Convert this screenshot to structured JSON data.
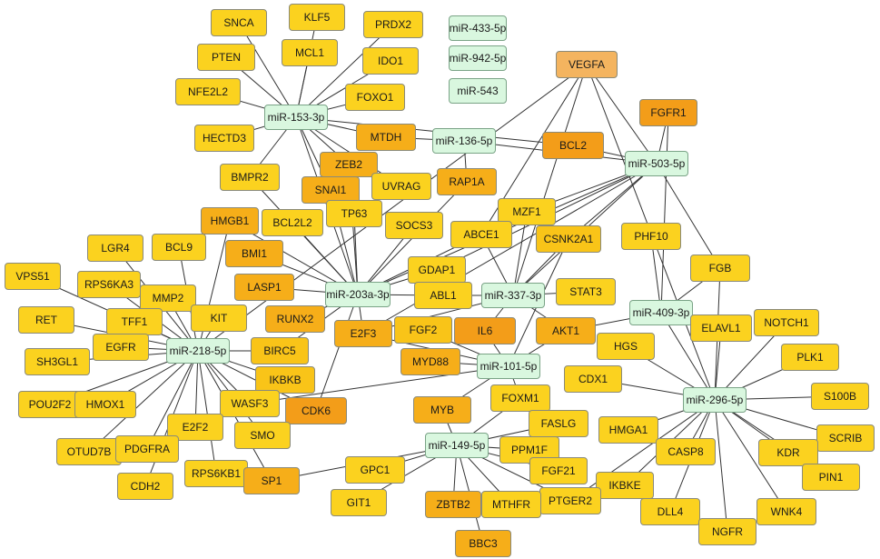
{
  "colors": {
    "mirna": "#d9f7df",
    "gene": {
      "1": "#fbd21f",
      "2": "#f9c418",
      "3": "#f6ae19",
      "4": "#f39d19",
      "5": "#f4b45f"
    },
    "edge": "#333333"
  },
  "nodes": [
    {
      "id": "SNCA",
      "label": "SNCA",
      "kind": "gene",
      "shade": 1
    },
    {
      "id": "KLF5",
      "label": "KLF5",
      "kind": "gene",
      "shade": 1
    },
    {
      "id": "PRDX2",
      "label": "PRDX2",
      "kind": "gene",
      "shade": 1
    },
    {
      "id": "PTEN",
      "label": "PTEN",
      "kind": "gene",
      "shade": 1
    },
    {
      "id": "MCL1",
      "label": "MCL1",
      "kind": "gene",
      "shade": 1
    },
    {
      "id": "IDO1",
      "label": "IDO1",
      "kind": "gene",
      "shade": 1
    },
    {
      "id": "NFE2L2",
      "label": "NFE2L2",
      "kind": "gene",
      "shade": 1
    },
    {
      "id": "FOXO1",
      "label": "FOXO1",
      "kind": "gene",
      "shade": 1
    },
    {
      "id": "miR-433-5p",
      "label": "miR-433-5p",
      "kind": "mirna"
    },
    {
      "id": "miR-942-5p",
      "label": "miR-942-5p",
      "kind": "mirna"
    },
    {
      "id": "miR-543",
      "label": "miR-543",
      "kind": "mirna"
    },
    {
      "id": "VEGFA",
      "label": "VEGFA",
      "kind": "gene",
      "shade": 5
    },
    {
      "id": "FGFR1",
      "label": "FGFR1",
      "kind": "gene",
      "shade": 4
    },
    {
      "id": "miR-153-3p",
      "label": "miR-153-3p",
      "kind": "mirna"
    },
    {
      "id": "HECTD3",
      "label": "HECTD3",
      "kind": "gene",
      "shade": 1
    },
    {
      "id": "MTDH",
      "label": "MTDH",
      "kind": "gene",
      "shade": 3
    },
    {
      "id": "miR-136-5p",
      "label": "miR-136-5p",
      "kind": "mirna"
    },
    {
      "id": "BCL2",
      "label": "BCL2",
      "kind": "gene",
      "shade": 4
    },
    {
      "id": "miR-503-5p",
      "label": "miR-503-5p",
      "kind": "mirna"
    },
    {
      "id": "BMPR2",
      "label": "BMPR2",
      "kind": "gene",
      "shade": 1
    },
    {
      "id": "ZEB2",
      "label": "ZEB2",
      "kind": "gene",
      "shade": 3
    },
    {
      "id": "SNAI1",
      "label": "SNAI1",
      "kind": "gene",
      "shade": 3
    },
    {
      "id": "UVRAG",
      "label": "UVRAG",
      "kind": "gene",
      "shade": 1
    },
    {
      "id": "RAP1A",
      "label": "RAP1A",
      "kind": "gene",
      "shade": 3
    },
    {
      "id": "HMGB1",
      "label": "HMGB1",
      "kind": "gene",
      "shade": 3
    },
    {
      "id": "BCL2L2",
      "label": "BCL2L2",
      "kind": "gene",
      "shade": 1
    },
    {
      "id": "TP63",
      "label": "TP63",
      "kind": "gene",
      "shade": 1
    },
    {
      "id": "SOCS3",
      "label": "SOCS3",
      "kind": "gene",
      "shade": 1
    },
    {
      "id": "MZF1",
      "label": "MZF1",
      "kind": "gene",
      "shade": 1
    },
    {
      "id": "ABCE1",
      "label": "ABCE1",
      "kind": "gene",
      "shade": 1
    },
    {
      "id": "CSNK2A1",
      "label": "CSNK2A1",
      "kind": "gene",
      "shade": 2
    },
    {
      "id": "PHF10",
      "label": "PHF10",
      "kind": "gene",
      "shade": 1
    },
    {
      "id": "LGR4",
      "label": "LGR4",
      "kind": "gene",
      "shade": 1
    },
    {
      "id": "BCL9",
      "label": "BCL9",
      "kind": "gene",
      "shade": 1
    },
    {
      "id": "BMI1",
      "label": "BMI1",
      "kind": "gene",
      "shade": 3
    },
    {
      "id": "VPS51",
      "label": "VPS51",
      "kind": "gene",
      "shade": 1
    },
    {
      "id": "RPS6KA3",
      "label": "RPS6KA3",
      "kind": "gene",
      "shade": 1
    },
    {
      "id": "MMP2",
      "label": "MMP2",
      "kind": "gene",
      "shade": 1
    },
    {
      "id": "LASP1",
      "label": "LASP1",
      "kind": "gene",
      "shade": 3
    },
    {
      "id": "GDAP1",
      "label": "GDAP1",
      "kind": "gene",
      "shade": 1
    },
    {
      "id": "miR-203a-3p",
      "label": "miR-203a-3p",
      "kind": "mirna"
    },
    {
      "id": "ABL1",
      "label": "ABL1",
      "kind": "gene",
      "shade": 1
    },
    {
      "id": "miR-337-3p",
      "label": "miR-337-3p",
      "kind": "mirna"
    },
    {
      "id": "STAT3",
      "label": "STAT3",
      "kind": "gene",
      "shade": 1
    },
    {
      "id": "FGB",
      "label": "FGB",
      "kind": "gene",
      "shade": 1
    },
    {
      "id": "RET",
      "label": "RET",
      "kind": "gene",
      "shade": 1
    },
    {
      "id": "TFF1",
      "label": "TFF1",
      "kind": "gene",
      "shade": 1
    },
    {
      "id": "KIT",
      "label": "KIT",
      "kind": "gene",
      "shade": 1
    },
    {
      "id": "RUNX2",
      "label": "RUNX2",
      "kind": "gene",
      "shade": 3
    },
    {
      "id": "miR-409-3p",
      "label": "miR-409-3p",
      "kind": "mirna"
    },
    {
      "id": "EGFR",
      "label": "EGFR",
      "kind": "gene",
      "shade": 1
    },
    {
      "id": "E2F3",
      "label": "E2F3",
      "kind": "gene",
      "shade": 3
    },
    {
      "id": "FGF2",
      "label": "FGF2",
      "kind": "gene",
      "shade": 2
    },
    {
      "id": "IL6",
      "label": "IL6",
      "kind": "gene",
      "shade": 4
    },
    {
      "id": "AKT1",
      "label": "AKT1",
      "kind": "gene",
      "shade": 3
    },
    {
      "id": "ELAVL1",
      "label": "ELAVL1",
      "kind": "gene",
      "shade": 1
    },
    {
      "id": "NOTCH1",
      "label": "NOTCH1",
      "kind": "gene",
      "shade": 1
    },
    {
      "id": "SH3GL1",
      "label": "SH3GL1",
      "kind": "gene",
      "shade": 1
    },
    {
      "id": "miR-218-5p",
      "label": "miR-218-5p",
      "kind": "mirna"
    },
    {
      "id": "BIRC5",
      "label": "BIRC5",
      "kind": "gene",
      "shade": 2
    },
    {
      "id": "HGS",
      "label": "HGS",
      "kind": "gene",
      "shade": 1
    },
    {
      "id": "PLK1",
      "label": "PLK1",
      "kind": "gene",
      "shade": 1
    },
    {
      "id": "MYD88",
      "label": "MYD88",
      "kind": "gene",
      "shade": 3
    },
    {
      "id": "miR-101-5p",
      "label": "miR-101-5p",
      "kind": "mirna"
    },
    {
      "id": "IKBKB",
      "label": "IKBKB",
      "kind": "gene",
      "shade": 2
    },
    {
      "id": "CDX1",
      "label": "CDX1",
      "kind": "gene",
      "shade": 1
    },
    {
      "id": "POU2F2",
      "label": "POU2F2",
      "kind": "gene",
      "shade": 1
    },
    {
      "id": "HMOX1",
      "label": "HMOX1",
      "kind": "gene",
      "shade": 1
    },
    {
      "id": "WASF3",
      "label": "WASF3",
      "kind": "gene",
      "shade": 1
    },
    {
      "id": "CDK6",
      "label": "CDK6",
      "kind": "gene",
      "shade": 4
    },
    {
      "id": "MYB",
      "label": "MYB",
      "kind": "gene",
      "shade": 3
    },
    {
      "id": "FOXM1",
      "label": "FOXM1",
      "kind": "gene",
      "shade": 1
    },
    {
      "id": "miR-296-5p",
      "label": "miR-296-5p",
      "kind": "mirna"
    },
    {
      "id": "S100B",
      "label": "S100B",
      "kind": "gene",
      "shade": 1
    },
    {
      "id": "E2F2",
      "label": "E2F2",
      "kind": "gene",
      "shade": 1
    },
    {
      "id": "SMO",
      "label": "SMO",
      "kind": "gene",
      "shade": 1
    },
    {
      "id": "FASLG",
      "label": "FASLG",
      "kind": "gene",
      "shade": 1
    },
    {
      "id": "HMGA1",
      "label": "HMGA1",
      "kind": "gene",
      "shade": 1
    },
    {
      "id": "OTUD7B",
      "label": "OTUD7B",
      "kind": "gene",
      "shade": 1
    },
    {
      "id": "PDGFRA",
      "label": "PDGFRA",
      "kind": "gene",
      "shade": 1
    },
    {
      "id": "miR-149-5p",
      "label": "miR-149-5p",
      "kind": "mirna"
    },
    {
      "id": "SCRIB",
      "label": "SCRIB",
      "kind": "gene",
      "shade": 1
    },
    {
      "id": "PPM1F",
      "label": "PPM1F",
      "kind": "gene",
      "shade": 1
    },
    {
      "id": "CASP8",
      "label": "CASP8",
      "kind": "gene",
      "shade": 1
    },
    {
      "id": "KDR",
      "label": "KDR",
      "kind": "gene",
      "shade": 1
    },
    {
      "id": "RPS6KB1",
      "label": "RPS6KB1",
      "kind": "gene",
      "shade": 1
    },
    {
      "id": "SP1",
      "label": "SP1",
      "kind": "gene",
      "shade": 3
    },
    {
      "id": "GPC1",
      "label": "GPC1",
      "kind": "gene",
      "shade": 1
    },
    {
      "id": "FGF21",
      "label": "FGF21",
      "kind": "gene",
      "shade": 1
    },
    {
      "id": "IKBKE",
      "label": "IKBKE",
      "kind": "gene",
      "shade": 1
    },
    {
      "id": "PIN1",
      "label": "PIN1",
      "kind": "gene",
      "shade": 1
    },
    {
      "id": "CDH2",
      "label": "CDH2",
      "kind": "gene",
      "shade": 1
    },
    {
      "id": "PTGER2",
      "label": "PTGER2",
      "kind": "gene",
      "shade": 1
    },
    {
      "id": "GIT1",
      "label": "GIT1",
      "kind": "gene",
      "shade": 1
    },
    {
      "id": "ZBTB2",
      "label": "ZBTB2",
      "kind": "gene",
      "shade": 3
    },
    {
      "id": "MTHFR",
      "label": "MTHFR",
      "kind": "gene",
      "shade": 1
    },
    {
      "id": "DLL4",
      "label": "DLL4",
      "kind": "gene",
      "shade": 1
    },
    {
      "id": "WNK4",
      "label": "WNK4",
      "kind": "gene",
      "shade": 1
    },
    {
      "id": "NGFR",
      "label": "NGFR",
      "kind": "gene",
      "shade": 1
    },
    {
      "id": "BBC3",
      "label": "BBC3",
      "kind": "gene",
      "shade": 3
    }
  ],
  "edges": [
    [
      "miR-153-3p",
      "SNCA"
    ],
    [
      "miR-153-3p",
      "KLF5"
    ],
    [
      "miR-153-3p",
      "PRDX2"
    ],
    [
      "miR-153-3p",
      "PTEN"
    ],
    [
      "miR-153-3p",
      "MCL1"
    ],
    [
      "miR-153-3p",
      "IDO1"
    ],
    [
      "miR-153-3p",
      "NFE2L2"
    ],
    [
      "miR-153-3p",
      "FOXO1"
    ],
    [
      "miR-153-3p",
      "HECTD3"
    ],
    [
      "miR-153-3p",
      "MTDH"
    ],
    [
      "miR-153-3p",
      "BCL2"
    ],
    [
      "miR-153-3p",
      "BMPR2"
    ],
    [
      "miR-153-3p",
      "ZEB2"
    ],
    [
      "miR-153-3p",
      "SNAI1"
    ],
    [
      "miR-153-3p",
      "UVRAG"
    ],
    [
      "miR-153-3p",
      "miR-203a-3p"
    ],
    [
      "miR-136-5p",
      "MTDH"
    ],
    [
      "miR-136-5p",
      "RAP1A"
    ],
    [
      "miR-136-5p",
      "miR-503-5p"
    ],
    [
      "miR-503-5p",
      "FGFR1"
    ],
    [
      "miR-503-5p",
      "BCL2"
    ],
    [
      "miR-503-5p",
      "VEGFA"
    ],
    [
      "miR-503-5p",
      "FGB"
    ],
    [
      "miR-503-5p",
      "CSNK2A1"
    ],
    [
      "miR-503-5p",
      "MZF1"
    ],
    [
      "miR-503-5p",
      "miR-337-3p"
    ],
    [
      "miR-503-5p",
      "E2F3"
    ],
    [
      "miR-503-5p",
      "miR-203a-3p"
    ],
    [
      "miR-503-5p",
      "GDAP1"
    ],
    [
      "VEGFA",
      "miR-337-3p"
    ],
    [
      "VEGFA",
      "miR-296-5p"
    ],
    [
      "VEGFA",
      "ABCE1"
    ],
    [
      "VEGFA",
      "miR-218-5p"
    ],
    [
      "FGFR1",
      "miR-409-3p"
    ],
    [
      "miR-203a-3p",
      "ZEB2"
    ],
    [
      "miR-203a-3p",
      "SNAI1"
    ],
    [
      "miR-203a-3p",
      "HMGB1"
    ],
    [
      "miR-203a-3p",
      "BCL2L2"
    ],
    [
      "miR-203a-3p",
      "TP63"
    ],
    [
      "miR-203a-3p",
      "SOCS3"
    ],
    [
      "miR-203a-3p",
      "BMI1"
    ],
    [
      "miR-203a-3p",
      "LASP1"
    ],
    [
      "miR-203a-3p",
      "GDAP1"
    ],
    [
      "miR-203a-3p",
      "ABL1"
    ],
    [
      "miR-203a-3p",
      "RUNX2"
    ],
    [
      "miR-203a-3p",
      "E2F3"
    ],
    [
      "miR-203a-3p",
      "BIRC5"
    ],
    [
      "miR-203a-3p",
      "RAP1A"
    ],
    [
      "miR-203a-3p",
      "ABCE1"
    ],
    [
      "miR-203a-3p",
      "CDK6"
    ],
    [
      "miR-203a-3p",
      "BMPR2"
    ],
    [
      "miR-337-3p",
      "MZF1"
    ],
    [
      "miR-337-3p",
      "STAT3"
    ],
    [
      "miR-337-3p",
      "ABCE1"
    ],
    [
      "miR-337-3p",
      "CSNK2A1"
    ],
    [
      "miR-337-3p",
      "ABL1"
    ],
    [
      "miR-337-3p",
      "IL6"
    ],
    [
      "miR-337-3p",
      "AKT1"
    ],
    [
      "miR-337-3p",
      "E2F3"
    ],
    [
      "miR-409-3p",
      "PHF10"
    ],
    [
      "miR-409-3p",
      "FGB"
    ],
    [
      "miR-409-3p",
      "AKT1"
    ],
    [
      "miR-409-3p",
      "ELAVL1"
    ],
    [
      "miR-409-3p",
      "miR-296-5p"
    ],
    [
      "miR-218-5p",
      "LGR4"
    ],
    [
      "miR-218-5p",
      "BCL9"
    ],
    [
      "miR-218-5p",
      "VPS51"
    ],
    [
      "miR-218-5p",
      "RPS6KA3"
    ],
    [
      "miR-218-5p",
      "MMP2"
    ],
    [
      "miR-218-5p",
      "RET"
    ],
    [
      "miR-218-5p",
      "TFF1"
    ],
    [
      "miR-218-5p",
      "KIT"
    ],
    [
      "miR-218-5p",
      "EGFR"
    ],
    [
      "miR-218-5p",
      "SH3GL1"
    ],
    [
      "miR-218-5p",
      "POU2F2"
    ],
    [
      "miR-218-5p",
      "HMOX1"
    ],
    [
      "miR-218-5p",
      "OTUD7B"
    ],
    [
      "miR-218-5p",
      "PDGFRA"
    ],
    [
      "miR-218-5p",
      "CDH2"
    ],
    [
      "miR-218-5p",
      "RPS6KB1"
    ],
    [
      "miR-218-5p",
      "E2F2"
    ],
    [
      "miR-218-5p",
      "SMO"
    ],
    [
      "miR-218-5p",
      "WASF3"
    ],
    [
      "miR-218-5p",
      "IKBKB"
    ],
    [
      "miR-218-5p",
      "BIRC5"
    ],
    [
      "miR-218-5p",
      "HMGB1"
    ],
    [
      "miR-218-5p",
      "SP1"
    ],
    [
      "miR-218-5p",
      "CDK6"
    ],
    [
      "miR-101-5p",
      "FGF2"
    ],
    [
      "miR-101-5p",
      "IL6"
    ],
    [
      "miR-101-5p",
      "AKT1"
    ],
    [
      "miR-101-5p",
      "MYD88"
    ],
    [
      "miR-101-5p",
      "FOXM1"
    ],
    [
      "miR-101-5p",
      "MYB"
    ],
    [
      "miR-101-5p",
      "WASF3"
    ],
    [
      "miR-101-5p",
      "CSNK2A1"
    ],
    [
      "miR-101-5p",
      "E2F3"
    ],
    [
      "miR-149-5p",
      "MYB"
    ],
    [
      "miR-149-5p",
      "FOXM1"
    ],
    [
      "miR-149-5p",
      "FASLG"
    ],
    [
      "miR-149-5p",
      "PPM1F"
    ],
    [
      "miR-149-5p",
      "FGF21"
    ],
    [
      "miR-149-5p",
      "GPC1"
    ],
    [
      "miR-149-5p",
      "GIT1"
    ],
    [
      "miR-149-5p",
      "ZBTB2"
    ],
    [
      "miR-149-5p",
      "MTHFR"
    ],
    [
      "miR-149-5p",
      "BBC3"
    ],
    [
      "miR-149-5p",
      "PTGER2"
    ],
    [
      "miR-149-5p",
      "SP1"
    ],
    [
      "miR-296-5p",
      "HGS"
    ],
    [
      "miR-296-5p",
      "CDX1"
    ],
    [
      "miR-296-5p",
      "NOTCH1"
    ],
    [
      "miR-296-5p",
      "PLK1"
    ],
    [
      "miR-296-5p",
      "S100B"
    ],
    [
      "miR-296-5p",
      "SCRIB"
    ],
    [
      "miR-296-5p",
      "KDR"
    ],
    [
      "miR-296-5p",
      "PIN1"
    ],
    [
      "miR-296-5p",
      "WNK4"
    ],
    [
      "miR-296-5p",
      "NGFR"
    ],
    [
      "miR-296-5p",
      "DLL4"
    ],
    [
      "miR-296-5p",
      "IKBKE"
    ],
    [
      "miR-296-5p",
      "CASP8"
    ],
    [
      "miR-296-5p",
      "HMGA1"
    ],
    [
      "miR-296-5p",
      "PTGER2"
    ],
    [
      "miR-296-5p",
      "ELAVL1"
    ],
    [
      "miR-296-5p",
      "FGB"
    ]
  ]
}
